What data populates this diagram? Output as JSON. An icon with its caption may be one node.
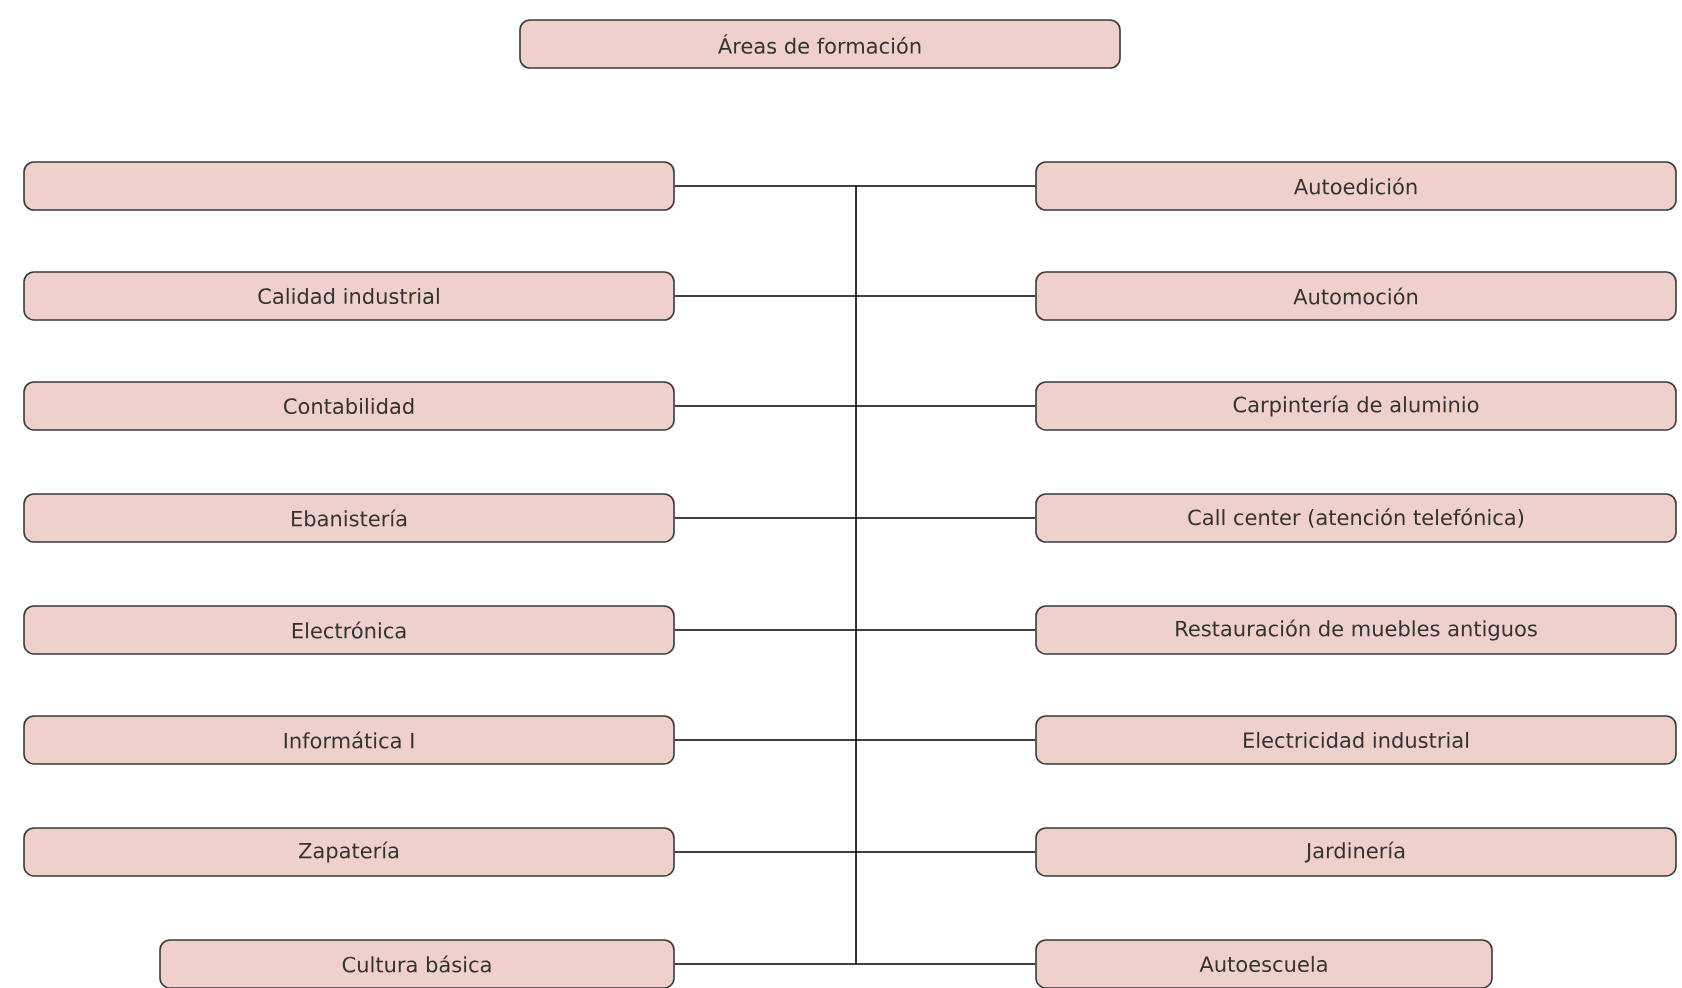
{
  "diagram": {
    "nodes": [
      {
        "text": [
          "Áreas de formación"
        ]
      },
      {
        "text": [],
        "shape": "box"
      },
      {
        "text": [
          "Autoedición"
        ]
      },
      {
        "text": [
          "Calidad industrial"
        ]
      },
      {
        "text": [
          "Automoción"
        ]
      },
      {
        "text": [
          "Contabilidad"
        ]
      },
      {
        "text": [
          "Carpintería de aluminio"
        ]
      },
      {
        "text": [
          "Ebanistería"
        ]
      },
      {
        "text": [
          "Call center (atención telefónica)"
        ]
      },
      {
        "text": [
          "Electrónica"
        ]
      },
      {
        "text": [
          "Restauración de muebles antiguos"
        ]
      },
      {
        "text": [
          "Informática I"
        ]
      },
      {
        "text": [
          "Electricidad industrial"
        ]
      },
      {
        "text": [
          "Zapatería"
        ]
      },
      {
        "text": [
          "Jardinería"
        ]
      },
      {
        "text": [
          "Cultura básica"
        ]
      },
      {
        "text": [
          "Autoescuela"
        ]
      }
    ],
    "edges": [
      {
        "from": 1,
        "to": 2,
        "arrow": "none"
      },
      {
        "from": 3,
        "to": 4,
        "arrow": "none"
      },
      {
        "from": 5,
        "to": 6,
        "arrow": "none"
      },
      {
        "from": 7,
        "to": 8,
        "arrow": "none"
      },
      {
        "from": 9,
        "to": 10,
        "arrow": "none"
      },
      {
        "from": 11,
        "to": 12,
        "arrow": "none"
      },
      {
        "from": 13,
        "to": 14,
        "arrow": "none"
      },
      {
        "from": 15,
        "to": 16,
        "arrow": "none"
      }
    ]
  }
}
